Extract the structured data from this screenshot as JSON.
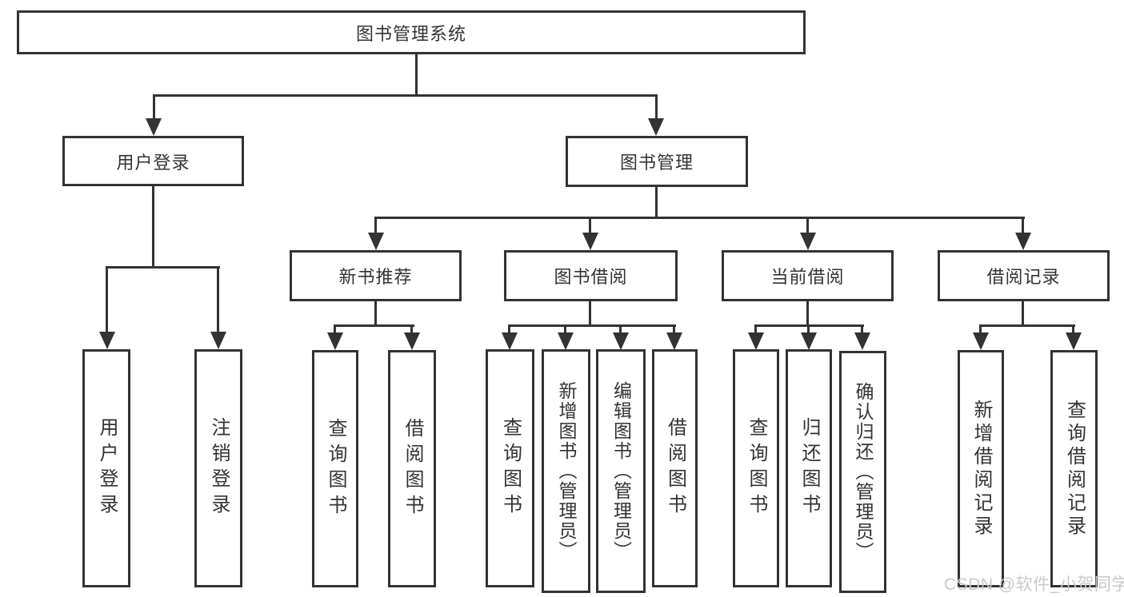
{
  "colors": {
    "line": "#333333",
    "text": "#333333",
    "background": "#ffffff",
    "watermark": "#c9c9c9"
  },
  "watermark": "CSDN @软件_小贺同学",
  "tree": {
    "root": {
      "label": "图书管理系统",
      "children": [
        {
          "label": "用户登录",
          "children": [
            {
              "label": "用户登录"
            },
            {
              "label": "注销登录"
            }
          ]
        },
        {
          "label": "图书管理",
          "children": [
            {
              "label": "新书推荐",
              "children": [
                {
                  "label": "查询图书"
                },
                {
                  "label": "借阅图书"
                }
              ]
            },
            {
              "label": "图书借阅",
              "children": [
                {
                  "label": "查询图书"
                },
                {
                  "label": "新增图书（管理员）"
                },
                {
                  "label": "编辑图书（管理员）"
                },
                {
                  "label": "借阅图书"
                }
              ]
            },
            {
              "label": "当前借阅",
              "children": [
                {
                  "label": "查询图书"
                },
                {
                  "label": "归还图书"
                },
                {
                  "label": "确认归还（管理员）"
                }
              ]
            },
            {
              "label": "借阅记录",
              "children": [
                {
                  "label": "新增借阅记录"
                },
                {
                  "label": "查询借阅记录"
                }
              ]
            }
          ]
        }
      ]
    }
  }
}
